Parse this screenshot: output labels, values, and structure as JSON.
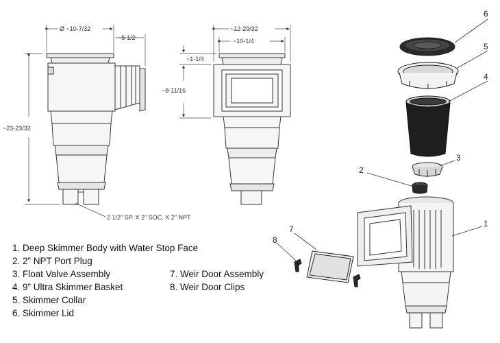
{
  "dimensions": {
    "side_width": "Ø ~10-7/32",
    "side_offset": "~5-1/2",
    "total_height": "~23-23/32",
    "outer_width": "~12-29/32",
    "inner_width": "~10-1/4",
    "lid_height": "~1-1/4",
    "body_height": "~8-11/16",
    "port_note": "2 1/2\" SP. X 2\" SOC. X 2\" NPT"
  },
  "callouts": [
    "1",
    "2",
    "3",
    "4",
    "5",
    "6",
    "7",
    "8"
  ],
  "legend": {
    "items": [
      "1. Deep Skimmer Body with Water Stop Face",
      "2. 2” NPT Port Plug",
      "3. Float Valve Assembly",
      "4. 9” Ultra Skimmer Basket",
      "5. Skimmer Collar",
      "6. Skimmer Lid",
      "7. Weir Door Assembly",
      "8. Weir Door Clips"
    ]
  },
  "colors": {
    "line": "#333333",
    "basket": "#1e1e1e",
    "fill_light": "#f4f4f4"
  }
}
